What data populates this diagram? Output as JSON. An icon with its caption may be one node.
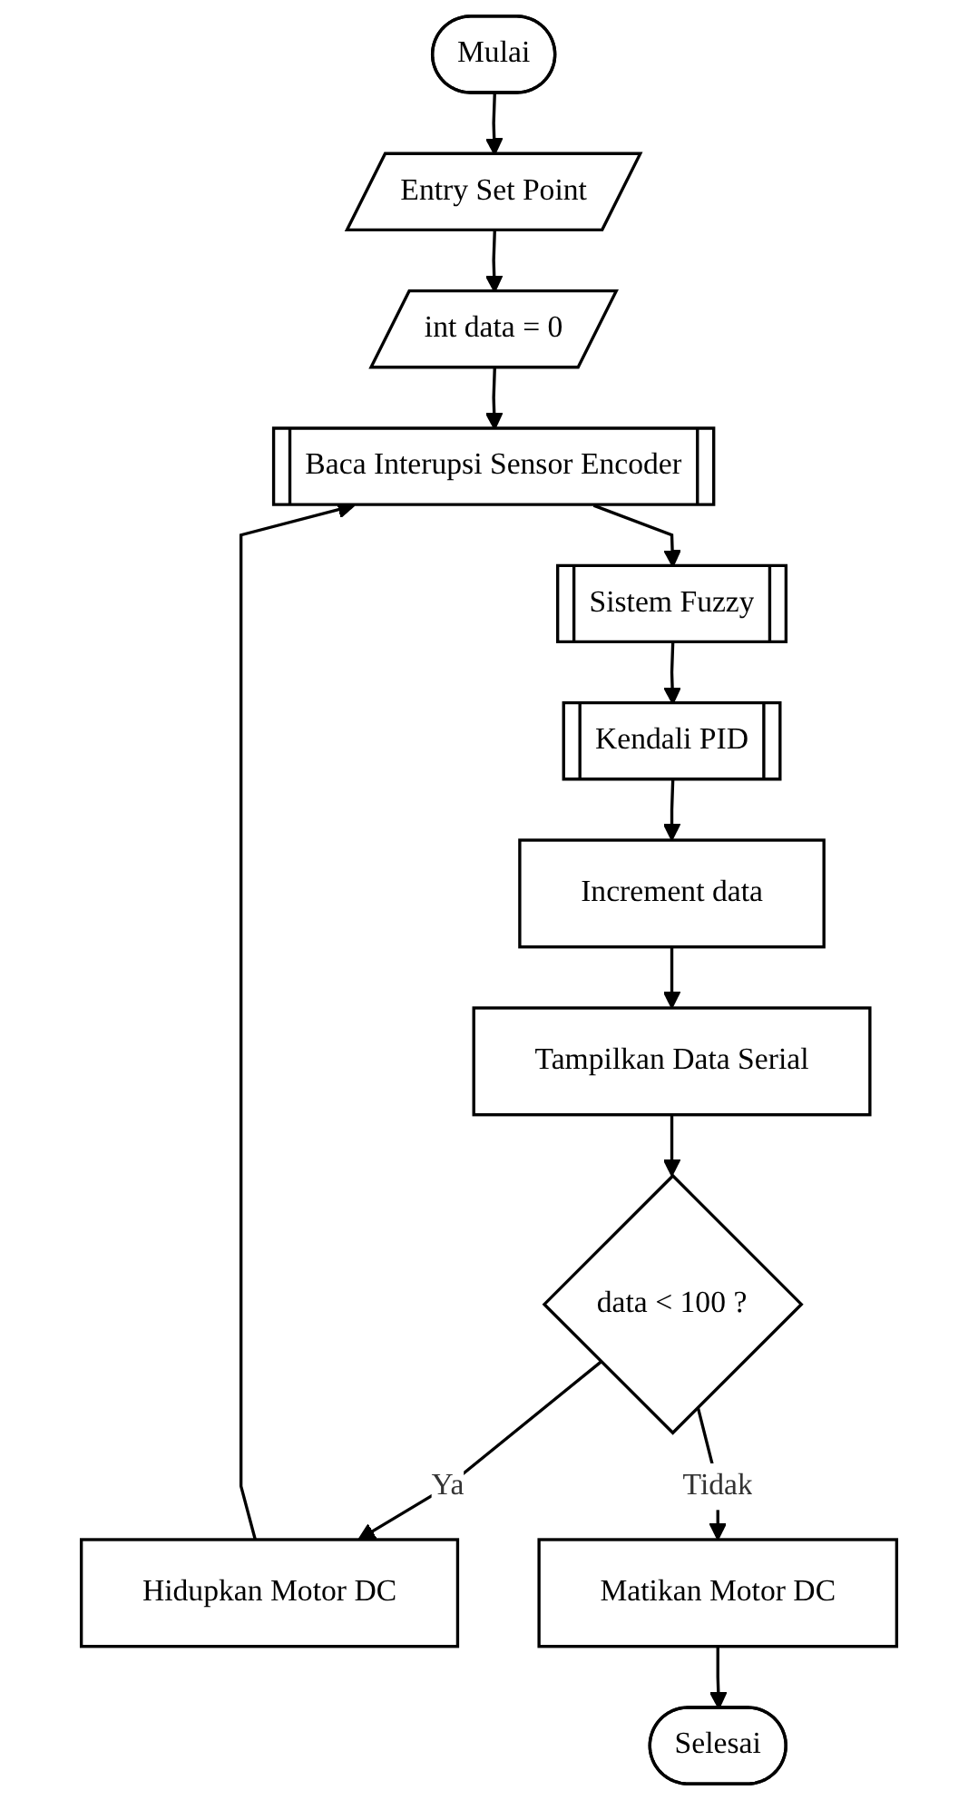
{
  "diagram": {
    "nodes": [
      {
        "text": [
          "Mulai"
        ]
      },
      {
        "text": [
          "Entry Set Point"
        ]
      },
      {
        "text": [
          "int data = 0"
        ]
      },
      {
        "text": [
          "Baca Interupsi Sensor Encoder"
        ]
      },
      {
        "text": [
          "Sistem Fuzzy"
        ]
      },
      {
        "text": [
          "Kendali PID"
        ]
      },
      {
        "text": [
          "Increment data"
        ]
      },
      {
        "text": [
          "Tampilkan Data Serial"
        ]
      },
      {
        "text": [
          "data < 100 ?"
        ]
      },
      {
        "text": [
          "Hidupkan Motor DC"
        ]
      },
      {
        "text": [
          "Matikan Motor DC"
        ]
      },
      {
        "text": [
          "Selesai"
        ]
      }
    ],
    "edges": [
      {
        "from": 0,
        "to": 1,
        "arrow": "to"
      },
      {
        "from": 1,
        "to": 2,
        "arrow": "to"
      },
      {
        "from": 2,
        "to": 3,
        "arrow": "to"
      },
      {
        "from": 3,
        "to": 4,
        "arrow": "to"
      },
      {
        "from": 4,
        "to": 5,
        "arrow": "to"
      },
      {
        "from": 5,
        "to": 6,
        "arrow": "to"
      },
      {
        "from": 6,
        "to": 7,
        "arrow": "to"
      },
      {
        "from": 7,
        "to": 8,
        "arrow": "to"
      },
      {
        "from": 8,
        "to": 9,
        "label": "Ya",
        "arrow": "to"
      },
      {
        "from": 9,
        "to": 3,
        "arrow": "to"
      },
      {
        "from": 8,
        "to": 10,
        "label": "Tidak",
        "arrow": "to"
      },
      {
        "from": 10,
        "to": 11,
        "arrow": "to"
      }
    ]
  }
}
